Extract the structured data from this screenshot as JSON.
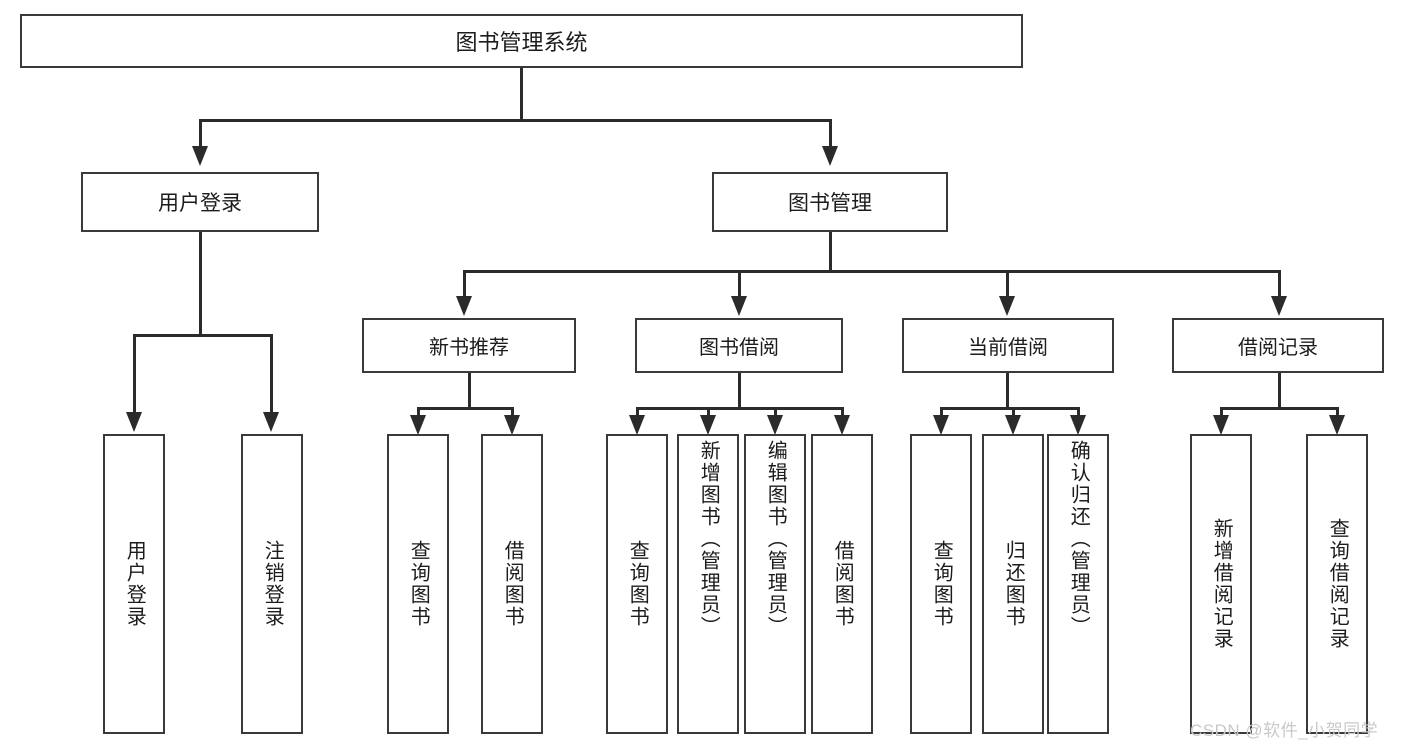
{
  "diagram": {
    "type": "tree",
    "title": "图书管理系统",
    "root": {
      "label": "图书管理系统"
    },
    "level2": [
      {
        "label": "用户登录"
      },
      {
        "label": "图书管理"
      }
    ],
    "level3": [
      {
        "label": "新书推荐"
      },
      {
        "label": "图书借阅"
      },
      {
        "label": "当前借阅"
      },
      {
        "label": "借阅记录"
      }
    ],
    "leaves": {
      "user_login": [
        {
          "label": "用户登录"
        },
        {
          "label": "注销登录"
        }
      ],
      "new_book_recommend": [
        {
          "label": "查询图书"
        },
        {
          "label": "借阅图书"
        }
      ],
      "book_borrow": [
        {
          "label": "查询图书"
        },
        {
          "label": "新增图书（管理员）"
        },
        {
          "label": "编辑图书（管理员）"
        },
        {
          "label": "借阅图书"
        }
      ],
      "current_borrow": [
        {
          "label": "查询图书"
        },
        {
          "label": "归还图书"
        },
        {
          "label": "确认归还（管理员）"
        }
      ],
      "borrow_record": [
        {
          "label": "新增借阅记录"
        },
        {
          "label": "查询借阅记录"
        }
      ]
    }
  },
  "watermark": {
    "text": "CSDN @软件_小贺同学"
  },
  "colors": {
    "box_border": "#3a3a3a",
    "line": "#2b2b2b",
    "text": "#1c1c1c",
    "background": "#ffffff",
    "watermark": "#c9c9c9"
  }
}
